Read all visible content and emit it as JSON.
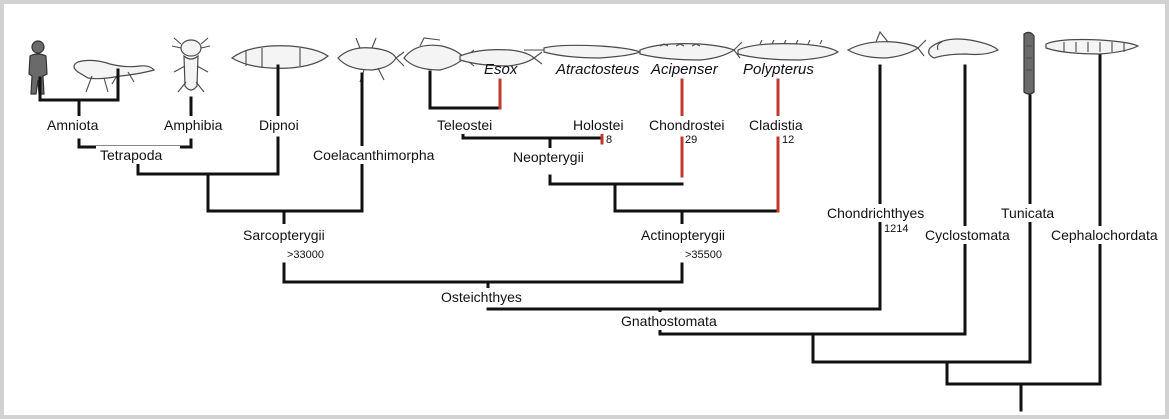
{
  "taxa_italic": {
    "esox": "Esox",
    "atractosteus": "Atractosteus",
    "acipenser": "Acipenser",
    "polypterus": "Polypterus"
  },
  "clades": {
    "amniota": "Amniota",
    "amphibia": "Amphibia",
    "dipnoi": "Dipnoi",
    "tetrapoda": "Tetrapoda",
    "coelacanthimorpha": "Coelacanthimorpha",
    "sarcopterygii": "Sarcopterygii",
    "teleostei": "Teleostei",
    "holostei": "Holostei",
    "chondrostei": "Chondrostei",
    "cladistia": "Cladistia",
    "neopterygii": "Neopterygii",
    "actinopterygii": "Actinopterygii",
    "osteichthyes": "Osteichthyes",
    "chondrichthyes": "Chondrichthyes",
    "gnathostomata": "Gnathostomata",
    "cyclostomata": "Cyclostomata",
    "tunicata": "Tunicata",
    "cephalochordata": "Cephalochordata"
  },
  "counts": {
    "holostei": "8",
    "chondrostei": "29",
    "cladistia": "12",
    "sarcopterygii": ">33000",
    "actinopterygii": ">35500",
    "chondrichthyes": "1214"
  },
  "colors": {
    "branch": "#111111",
    "highlight_branch": "#c0392b",
    "frame_border": "#d2d2d2"
  },
  "organism_icons": [
    "human-icon",
    "lizard-icon",
    "axolotl-icon",
    "lungfish-icon",
    "coelacanth-icon",
    "perch-icon",
    "pike-icon",
    "gar-icon",
    "sturgeon-icon",
    "bichir-icon",
    "shark-icon",
    "lamprey-icon",
    "tunicate-icon",
    "lancelet-icon"
  ]
}
